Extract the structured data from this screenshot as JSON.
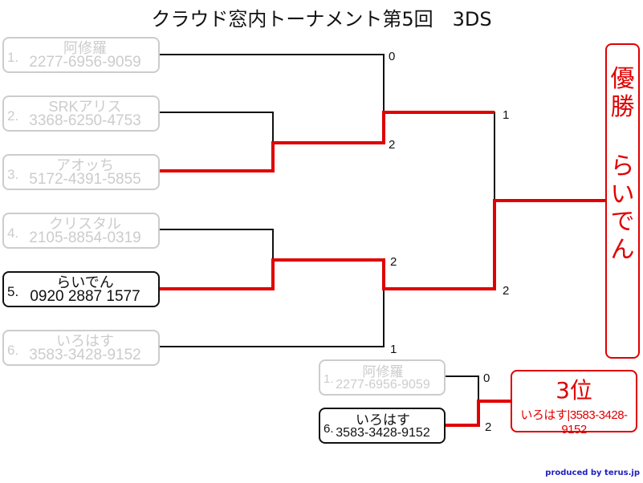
{
  "title": "クラウド窓内トーナメント第5回　3DS",
  "entries": [
    {
      "seed": "1.",
      "name": "阿修羅",
      "code": "2277-6956-9059"
    },
    {
      "seed": "2.",
      "name": "SRKアリス",
      "code": "3368-6250-4753"
    },
    {
      "seed": "3.",
      "name": "アオッち",
      "code": "5172-4391-5855"
    },
    {
      "seed": "4.",
      "name": "クリスタル",
      "code": "2105-8854-0319"
    },
    {
      "seed": "5.",
      "name": "らいでん",
      "code": "0920 2887 1577"
    },
    {
      "seed": "6.",
      "name": "いろはす",
      "code": "3583-3428-9152"
    }
  ],
  "third_place_match": [
    {
      "seed": "1.",
      "name": "阿修羅",
      "code": "2277-6956-9059"
    },
    {
      "seed": "6.",
      "name": "いろはす",
      "code": "3583-3428-9152"
    }
  ],
  "scores": {
    "sf1_top": "0",
    "sf1_bottom": "2",
    "sf2_top": "2",
    "sf2_bottom": "1",
    "final_top": "1",
    "final_bottom": "2",
    "third_top": "0",
    "third_bottom": "2"
  },
  "champion": {
    "label": [
      "優",
      "勝"
    ],
    "name": [
      "ら",
      "い",
      "で",
      "ん"
    ]
  },
  "third_place": {
    "label": "3位",
    "info": "いろはす|3583-3428-9152"
  },
  "credit": "produced by terus.jp",
  "colors": {
    "winner": "#e00000",
    "eliminated": "#cccccc",
    "line": "#111111"
  }
}
